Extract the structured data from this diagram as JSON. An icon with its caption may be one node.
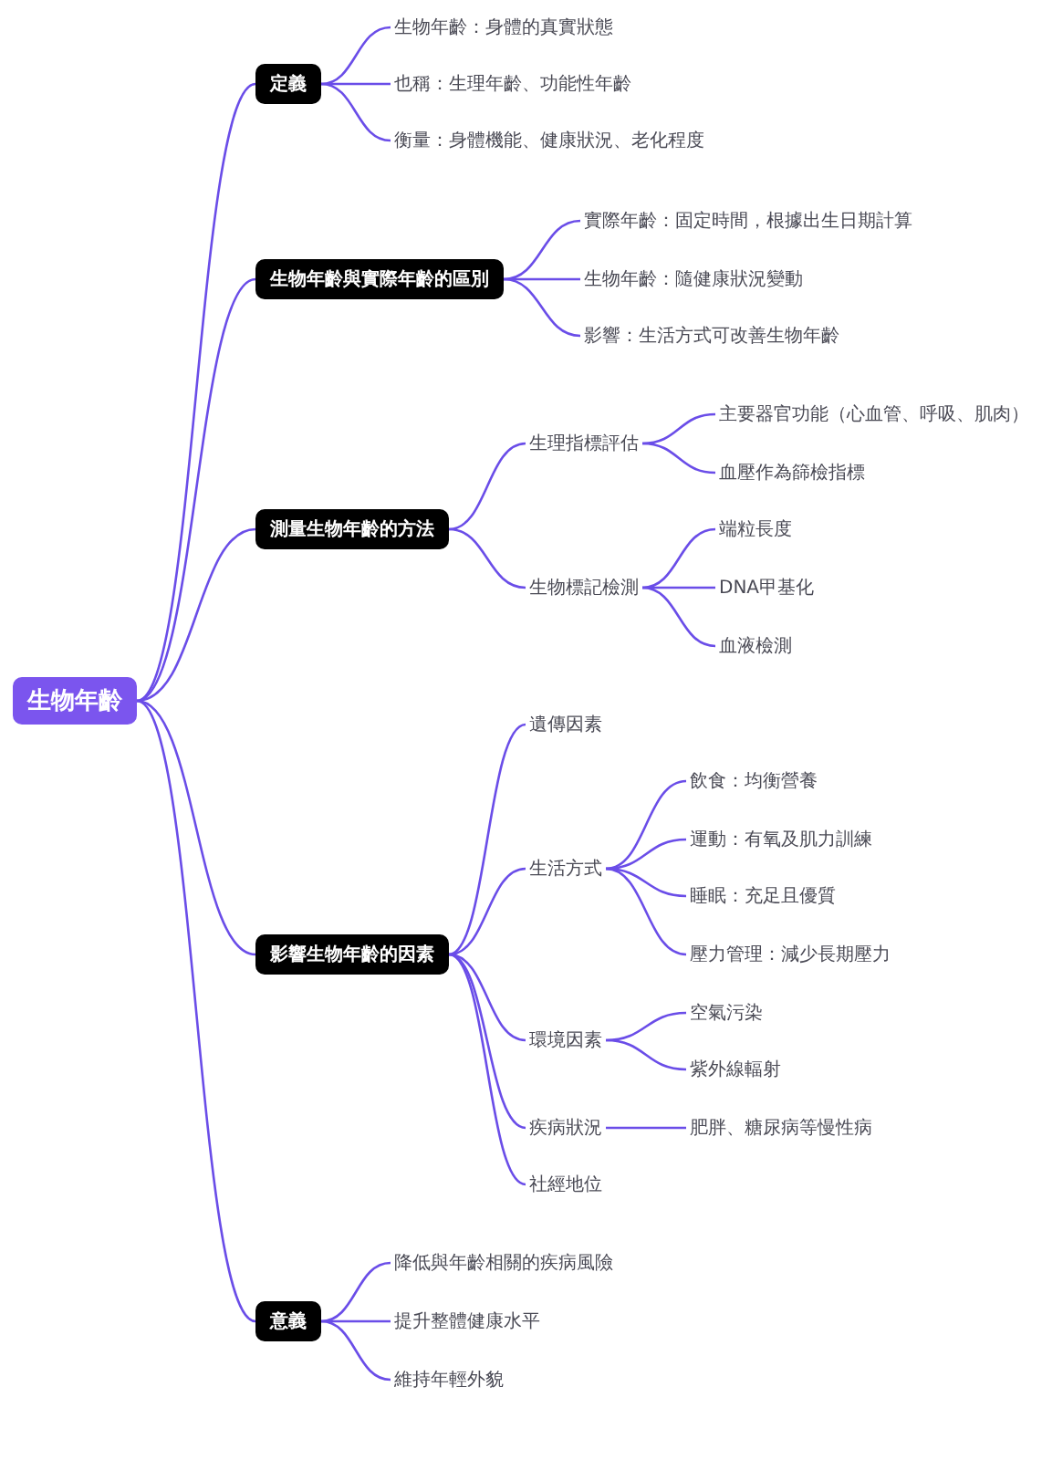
{
  "diagram": {
    "nodes": [
      {
        "text": [
          "生物年齡"
        ]
      },
      {
        "text": [
          "定義"
        ]
      },
      {
        "text": [
          "生物年齡：身體的真實狀態"
        ]
      },
      {
        "text": [
          "也稱：生理年齡、功能性年齡"
        ]
      },
      {
        "text": [
          "衡量：身體機能、健康狀況、老化程度"
        ]
      },
      {
        "text": [
          "生物年齡與實際年齡的區別"
        ]
      },
      {
        "text": [
          "實際年齡：固定時間，根據出生日期計算"
        ]
      },
      {
        "text": [
          "生物年齡：隨健康狀況變動"
        ]
      },
      {
        "text": [
          "影響：生活方式可改善生物年齡"
        ]
      },
      {
        "text": [
          "測量生物年齡的方法"
        ]
      },
      {
        "text": [
          "生理指標評估"
        ]
      },
      {
        "text": [
          "主要器官功能（心血管、呼吸、肌肉）"
        ]
      },
      {
        "text": [
          "血壓作為篩檢指標"
        ]
      },
      {
        "text": [
          "生物標記檢測"
        ]
      },
      {
        "text": [
          "端粒長度"
        ]
      },
      {
        "text": [
          "DNA甲基化"
        ]
      },
      {
        "text": [
          "血液檢測"
        ]
      },
      {
        "text": [
          "影響生物年齡的因素"
        ]
      },
      {
        "text": [
          "遺傳因素"
        ]
      },
      {
        "text": [
          "生活方式"
        ]
      },
      {
        "text": [
          "飲食：均衡營養"
        ]
      },
      {
        "text": [
          "運動：有氧及肌力訓練"
        ]
      },
      {
        "text": [
          "睡眠：充足且優質"
        ]
      },
      {
        "text": [
          "壓力管理：減少長期壓力"
        ]
      },
      {
        "text": [
          "環境因素"
        ]
      },
      {
        "text": [
          "空氣污染"
        ]
      },
      {
        "text": [
          "紫外線輻射"
        ]
      },
      {
        "text": [
          "疾病狀況"
        ]
      },
      {
        "text": [
          "肥胖、糖尿病等慢性病"
        ]
      },
      {
        "text": [
          "社經地位"
        ]
      },
      {
        "text": [
          "意義"
        ]
      },
      {
        "text": [
          "降低與年齡相關的疾病風險"
        ]
      },
      {
        "text": [
          "提升整體健康水平"
        ]
      },
      {
        "text": [
          "維持年輕外貌"
        ]
      }
    ],
    "edges": [
      {
        "from": 0,
        "to": 1,
        "arrow": "none"
      },
      {
        "from": 1,
        "to": 2,
        "arrow": "none"
      },
      {
        "from": 1,
        "to": 3,
        "arrow": "none"
      },
      {
        "from": 1,
        "to": 4,
        "arrow": "none"
      },
      {
        "from": 0,
        "to": 5,
        "arrow": "none"
      },
      {
        "from": 5,
        "to": 6,
        "arrow": "none"
      },
      {
        "from": 5,
        "to": 7,
        "arrow": "none"
      },
      {
        "from": 5,
        "to": 8,
        "arrow": "none"
      },
      {
        "from": 0,
        "to": 9,
        "arrow": "none"
      },
      {
        "from": 9,
        "to": 10,
        "arrow": "none"
      },
      {
        "from": 10,
        "to": 11,
        "arrow": "none"
      },
      {
        "from": 10,
        "to": 12,
        "arrow": "none"
      },
      {
        "from": 9,
        "to": 13,
        "arrow": "none"
      },
      {
        "from": 13,
        "to": 14,
        "arrow": "none"
      },
      {
        "from": 13,
        "to": 15,
        "arrow": "none"
      },
      {
        "from": 13,
        "to": 16,
        "arrow": "none"
      },
      {
        "from": 0,
        "to": 17,
        "arrow": "none"
      },
      {
        "from": 17,
        "to": 18,
        "arrow": "none"
      },
      {
        "from": 17,
        "to": 19,
        "arrow": "none"
      },
      {
        "from": 19,
        "to": 20,
        "arrow": "none"
      },
      {
        "from": 19,
        "to": 21,
        "arrow": "none"
      },
      {
        "from": 19,
        "to": 22,
        "arrow": "none"
      },
      {
        "from": 19,
        "to": 23,
        "arrow": "none"
      },
      {
        "from": 17,
        "to": 24,
        "arrow": "none"
      },
      {
        "from": 24,
        "to": 25,
        "arrow": "none"
      },
      {
        "from": 24,
        "to": 26,
        "arrow": "none"
      },
      {
        "from": 17,
        "to": 27,
        "arrow": "none"
      },
      {
        "from": 27,
        "to": 28,
        "arrow": "none"
      },
      {
        "from": 17,
        "to": 29,
        "arrow": "none"
      },
      {
        "from": 0,
        "to": 30,
        "arrow": "none"
      },
      {
        "from": 30,
        "to": 31,
        "arrow": "none"
      },
      {
        "from": 30,
        "to": 32,
        "arrow": "none"
      },
      {
        "from": 30,
        "to": 33,
        "arrow": "none"
      }
    ]
  }
}
